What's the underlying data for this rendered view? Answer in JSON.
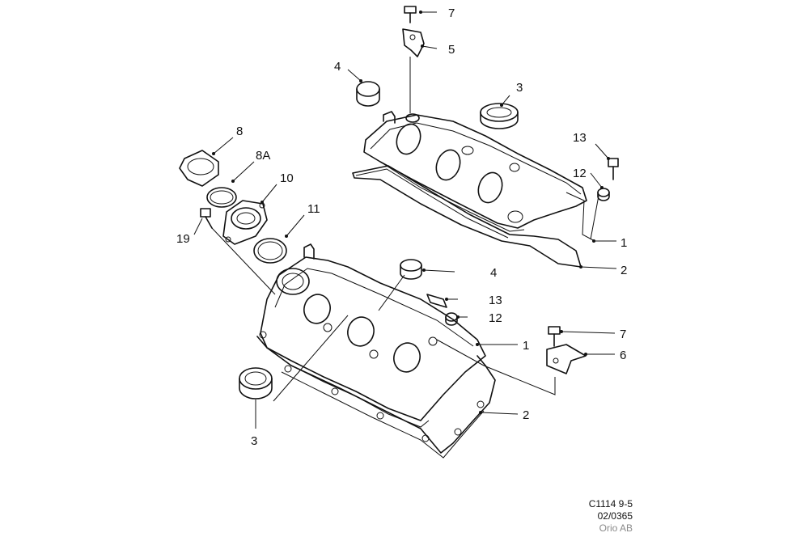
{
  "callouts": {
    "top_7": "7",
    "top_5": "5",
    "top_4": "4",
    "top_3": "3",
    "top_13": "13",
    "top_12": "12",
    "top_1": "1",
    "top_2": "2",
    "left_8": "8",
    "left_8a": "8A",
    "left_10": "10",
    "left_11": "11",
    "left_19": "19",
    "low_4": "4",
    "low_13": "13",
    "low_12": "12",
    "low_7": "7",
    "low_6": "6",
    "low_1": "1",
    "low_2": "2",
    "low_3": "3"
  },
  "footer": {
    "code": "C1114 9-5",
    "date": "02/0365",
    "company": "Orio AB"
  },
  "colors": {
    "line": "#111111",
    "muted": "#8a8a8a"
  }
}
